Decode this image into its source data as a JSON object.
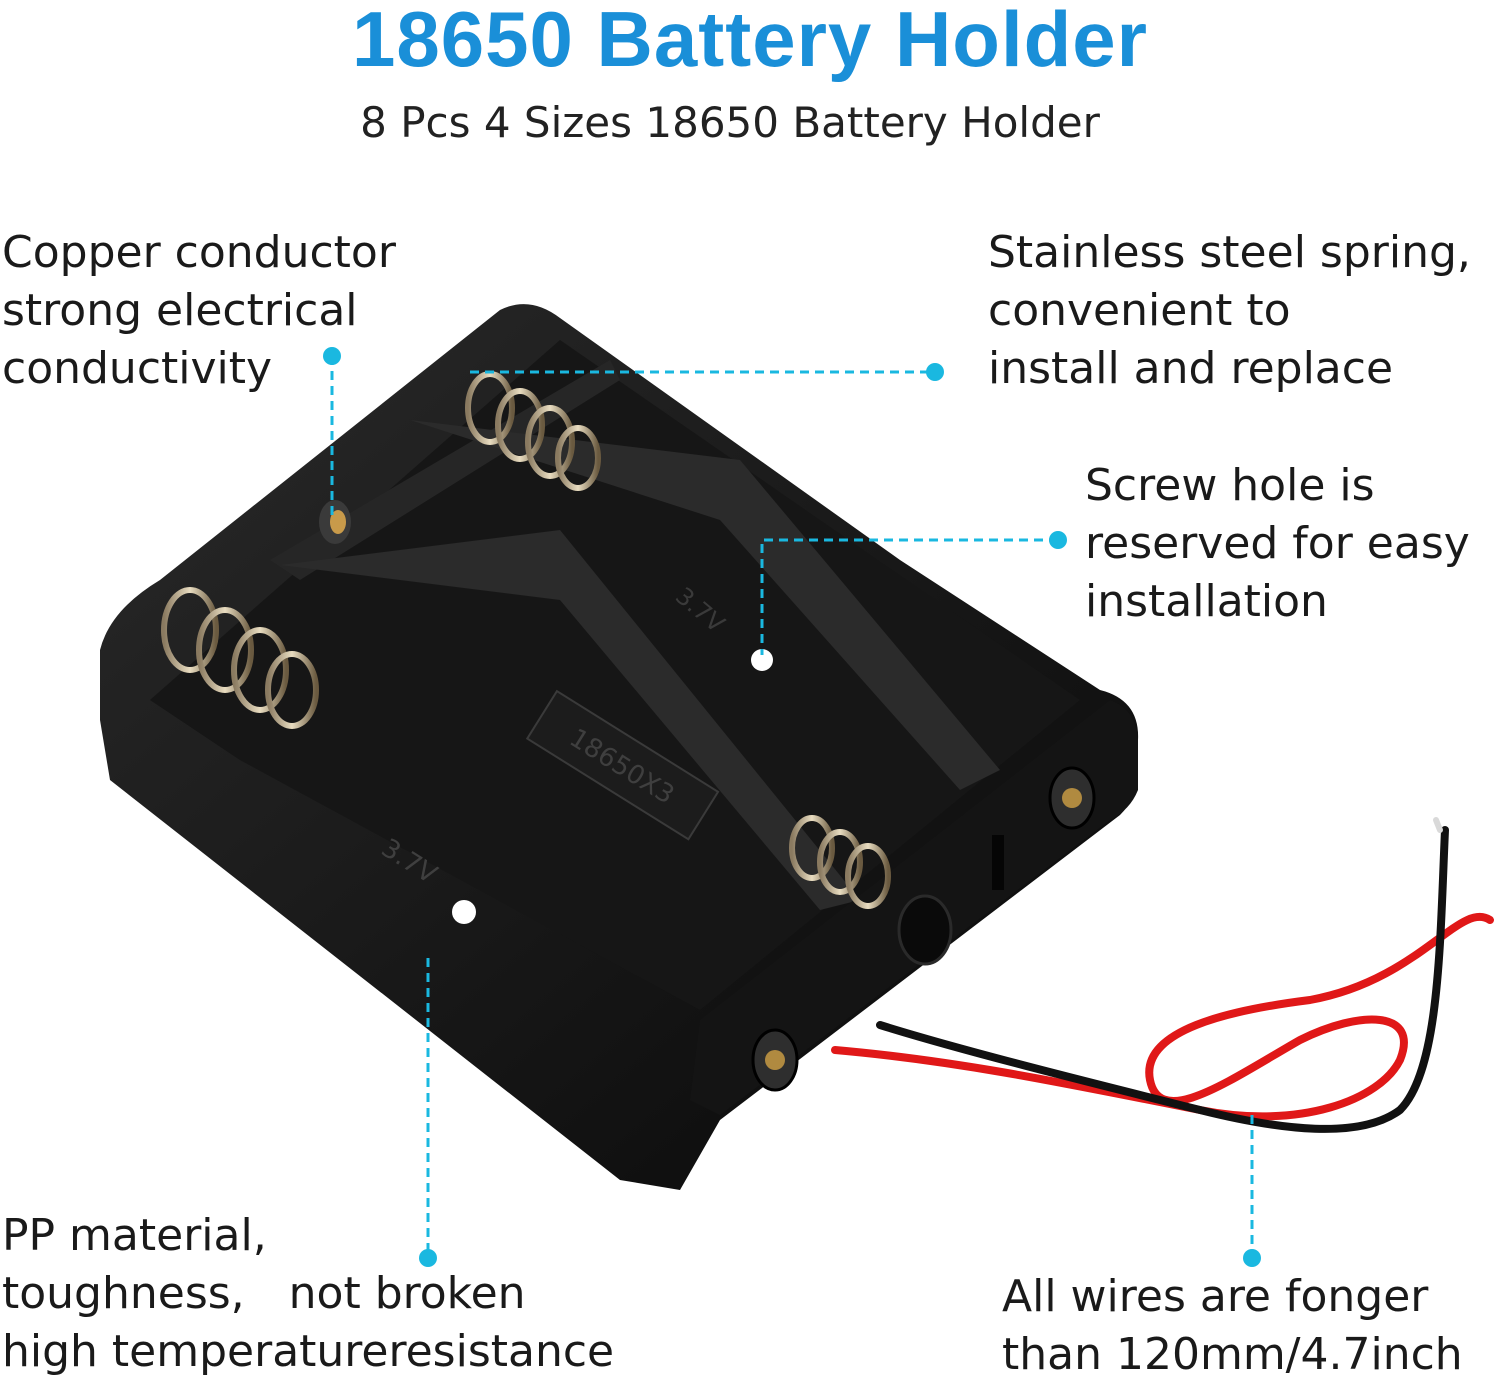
{
  "header": {
    "title": "18650 Battery Holder",
    "subtitle": "8 Pcs 4 Sizes 18650 Battery Holder"
  },
  "callouts": {
    "copper": [
      "Copper conductor",
      "strong electrical",
      "conductivity"
    ],
    "spring": [
      "Stainless steel spring,",
      "convenient to",
      "install and replace"
    ],
    "screw": [
      "Screw hole is",
      "reserved for easy",
      "installation"
    ],
    "pp": [
      "PP material,",
      "toughness,　not broken",
      "high temperatureresistance"
    ],
    "wires": [
      "All wires are fonger",
      "than 120mm/4.7inch"
    ]
  },
  "holder_markings": {
    "cell_label": "18650X3",
    "voltage_left": "3.7V",
    "voltage_right": "3.7V"
  },
  "colors": {
    "title": "#1a8fd8",
    "accent": "#1ab8e0",
    "body": "#111111",
    "wire_red": "#e01818",
    "wire_black": "#111111"
  }
}
